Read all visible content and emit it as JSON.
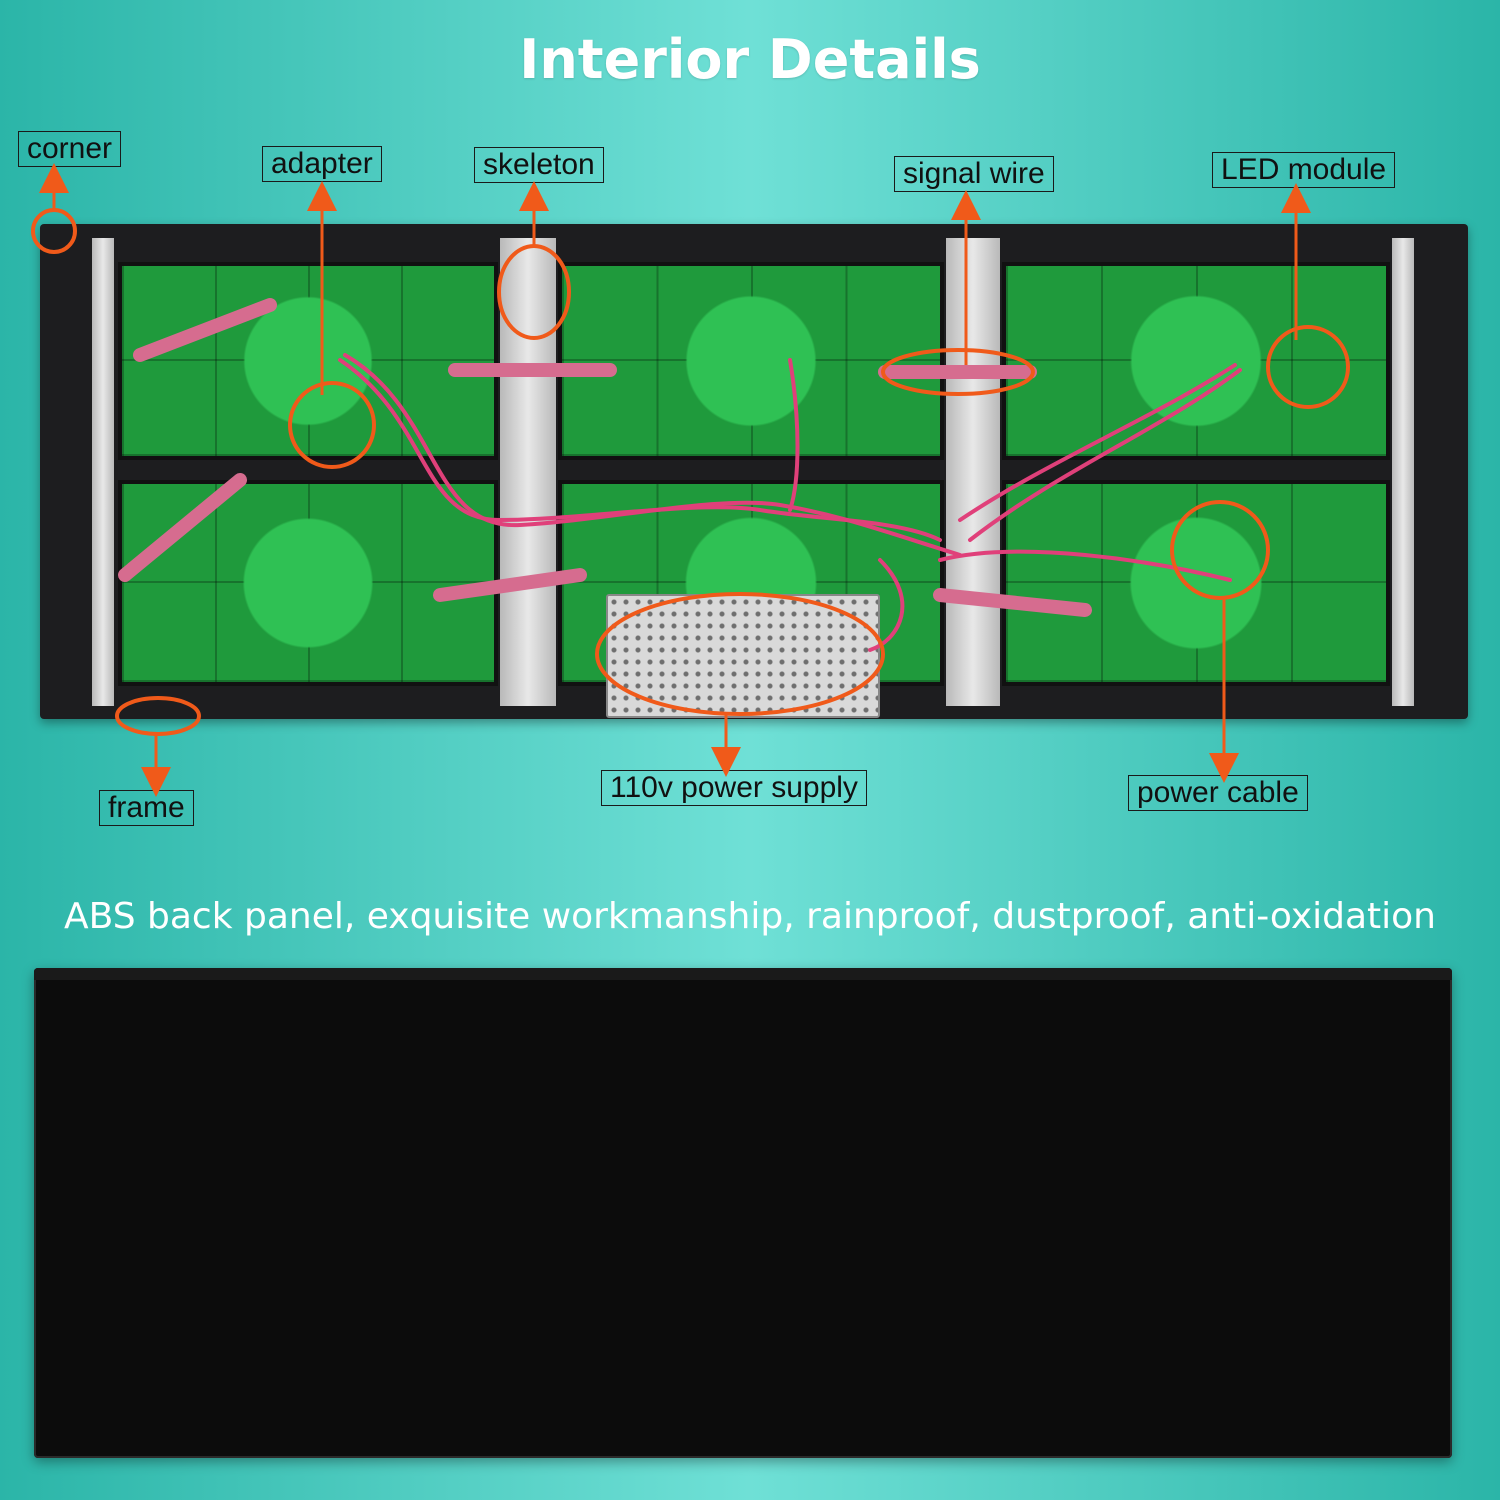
{
  "title": "Interior Details",
  "callouts": {
    "corner": "corner",
    "adapter": "adapter",
    "skeleton": "skeleton",
    "signal_wire": "signal wire",
    "led_module": "LED module",
    "frame": "frame",
    "power_supply": "110v power supply",
    "power_cable": "power cable"
  },
  "subtitle": "ABS back panel, exquisite workmanship, rainproof, dustproof, anti-oxidation",
  "colors": {
    "background": "#4fd3c7",
    "highlight": "#f05a1a",
    "board": "#1f9a3c",
    "ribbon_cable": "#e0407a",
    "back_panel": "#0c0c0c"
  }
}
